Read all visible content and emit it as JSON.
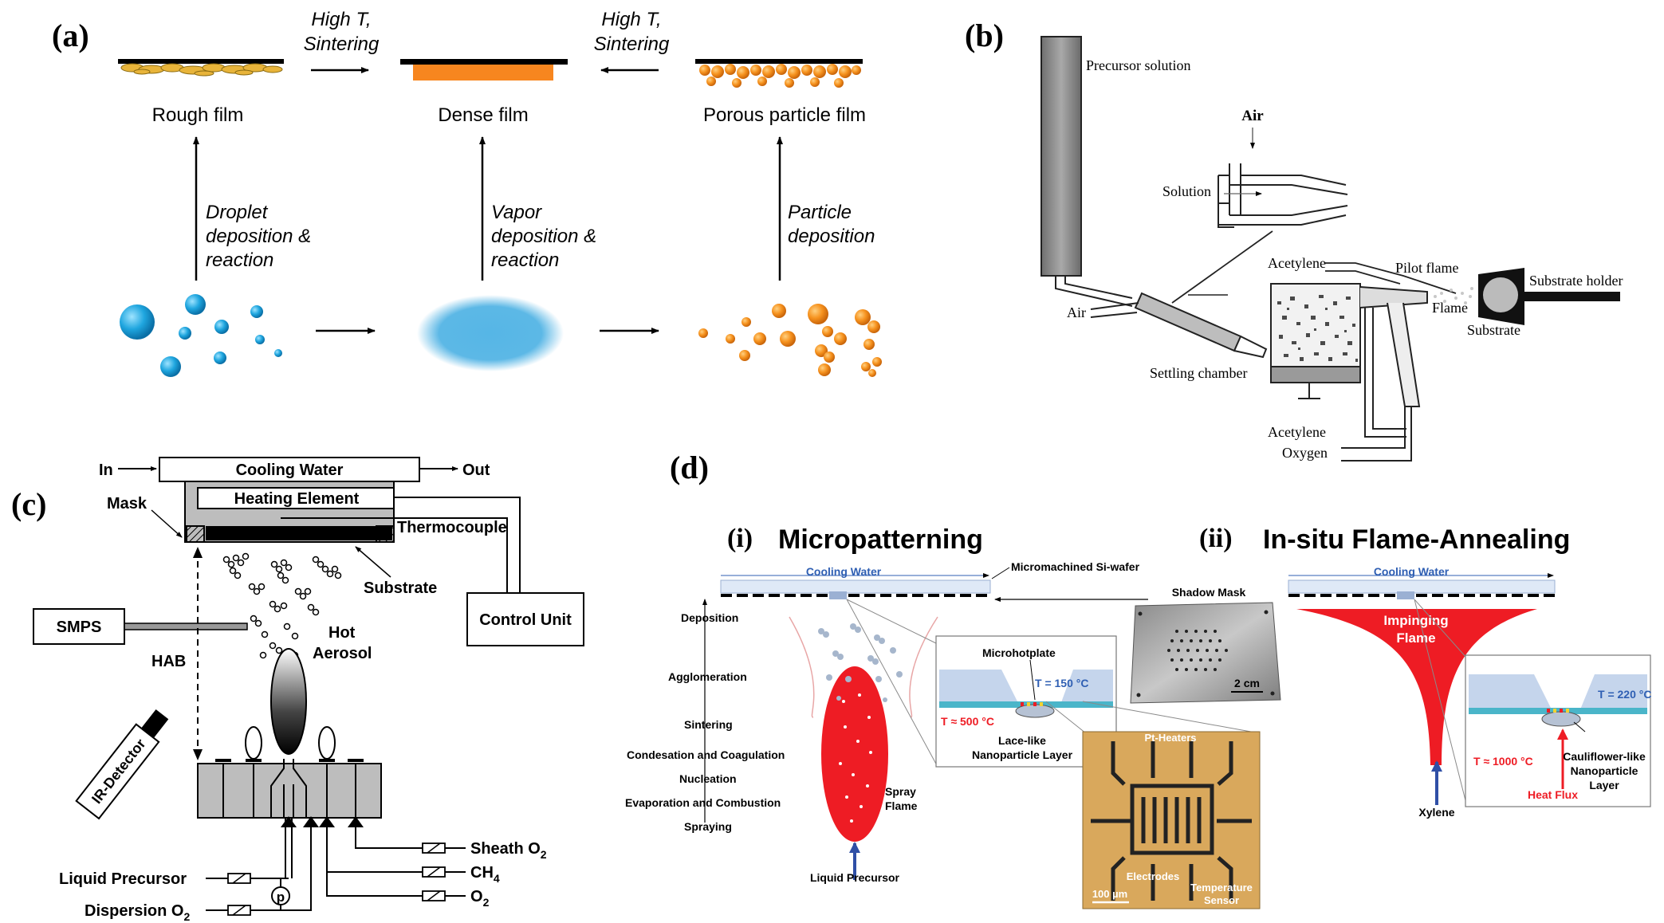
{
  "panel_a": {
    "label": "(a)",
    "top_arrow_left": [
      "High T,",
      "Sintering"
    ],
    "top_arrow_right": [
      "High T,",
      "Sintering"
    ],
    "film_rough": "Rough film",
    "film_dense": "Dense film",
    "film_porous": "Porous particle film",
    "path_droplet": [
      "Droplet",
      "deposition &",
      "reaction"
    ],
    "path_vapor": [
      "Vapor",
      "deposition &",
      "reaction"
    ],
    "path_particle": [
      "Particle",
      "deposition"
    ],
    "colors": {
      "droplet": "#1fa6df",
      "vapor": "#4fb0e3",
      "particle": "#f6921e",
      "dense_film": "#f7861f"
    }
  },
  "panel_b": {
    "label": "(b)",
    "precursor_solution": "Precursor solution",
    "air_top": "Air",
    "solution": "Solution",
    "acetylene_top": "Acetylene",
    "pilot_flame": "Pilot flame",
    "substrate_holder": "Substrate holder",
    "air_left": "Air",
    "flame": "Flame",
    "substrate": "Substrate",
    "settling_chamber": "Settling chamber",
    "acetylene_bottom": "Acetylene",
    "oxygen": "Oxygen"
  },
  "panel_c": {
    "label": "(c)",
    "in": "In",
    "cooling_water": "Cooling Water",
    "out": "Out",
    "heating_element": "Heating Element",
    "mask": "Mask",
    "thermocouple": "Thermocouple",
    "substrate": "Substrate",
    "control_unit": "Control Unit",
    "smps": "SMPS",
    "hot": "Hot",
    "aerosol": "Aerosol",
    "hab": "HAB",
    "ir_detector": "IR-Detector",
    "liquid_precursor": "Liquid Precursor",
    "p": "p",
    "sheath_o2": "Sheath O",
    "ch4": "CH",
    "o2": "O",
    "dispersion_o2": "Dispersion O",
    "sub2": "2",
    "sub4": "4"
  },
  "panel_d": {
    "label": "(d)",
    "i_label": "(i)",
    "i_title": "Micropatterning",
    "ii_label": "(ii)",
    "ii_title": "In-situ Flame-Annealing",
    "cooling_water_i": "Cooling Water",
    "cooling_water_ii": "Cooling Water",
    "micromachined": "Micromachined Si-wafer",
    "shadow_mask": "Shadow Mask",
    "scale_2cm": "2 cm",
    "stages": [
      "Deposition",
      "Agglomeration",
      "Sintering",
      "Condesation and Coagulation",
      "Nucleation",
      "Evaporation and Combustion",
      "Spraying"
    ],
    "spray_flame": [
      "Spray",
      "Flame"
    ],
    "liquid_precursor": "Liquid Precursor",
    "microhotplate": "Microhotplate",
    "ts_150": "T = 150 °C",
    "tg_500": "T ≈ 500 °C",
    "lace_like": [
      "Lace-like",
      "Nanoparticle Layer"
    ],
    "pt_heaters": "Pt-Heaters",
    "electrodes": "Electrodes",
    "temp_sensor": [
      "Temperature",
      "Sensor"
    ],
    "scale_100um": "100 µm",
    "impinging_flame": [
      "Impinging",
      "Flame"
    ],
    "xylene": "Xylene",
    "t_220": "T = 220 °C",
    "tg_1000": "T ≈ 1000 °C",
    "cauliflower": [
      "Cauliflower-like",
      "Nanoparticle",
      "Layer"
    ],
    "heat_flux": "Heat Flux",
    "colors": {
      "flame_red": "#ee1c24",
      "cooling_blue": "#2f5fb3",
      "gold": "#d7a45a"
    }
  }
}
